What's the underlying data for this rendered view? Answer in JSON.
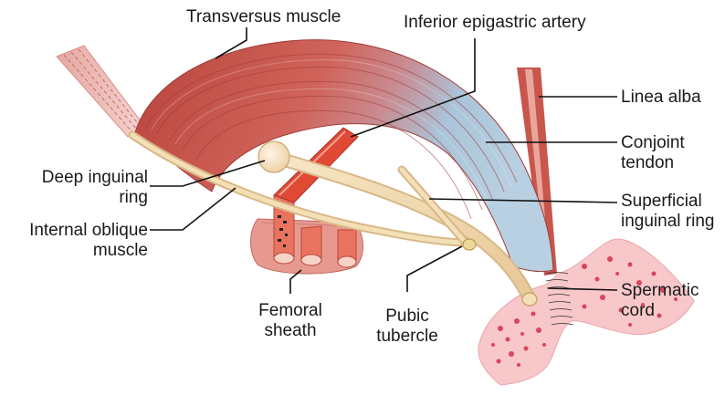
{
  "labels": {
    "transversus": "Transversus muscle",
    "inferior_epigastric": "Inferior epigastric artery",
    "linea_alba": "Linea alba",
    "conjoint_l1": "Conjoint",
    "conjoint_l2": "tendon",
    "deep_ring_l1": "Deep inguinal",
    "deep_ring_l2": "ring",
    "superficial_l1": "Superficial",
    "superficial_l2": "inguinal ring",
    "internal_oblique_l1": "Internal oblique",
    "internal_oblique_l2": "muscle",
    "spermatic_l1": "Spermatic",
    "spermatic_l2": "cord",
    "femoral_l1": "Femoral",
    "femoral_l2": "sheath",
    "pubic_l1": "Pubic",
    "pubic_l2": "tubercle"
  },
  "colors": {
    "muscle": "#c9544b",
    "tendon": "#a9c3d8",
    "ligament": "#f1dcb4",
    "artery": "#d9412f",
    "scrotal_tissue": "#f7c6c8",
    "leader_line": "#111111"
  }
}
